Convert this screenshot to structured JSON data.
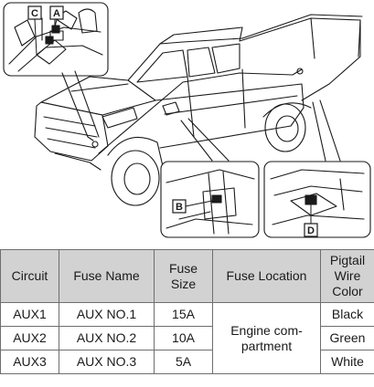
{
  "callouts": {
    "a": "A",
    "b": "B",
    "c": "C",
    "d": "D"
  },
  "table": {
    "headers": {
      "circuit": "Circuit",
      "fuse_name": "Fuse Name",
      "fuse_size": "Fuse\nSize",
      "fuse_location": "Fuse Location",
      "pigtail_wire_color": "Pigtail\nWire\nColor"
    },
    "rows": [
      {
        "circuit": "AUX1",
        "fuse_name": "AUX NO.1",
        "fuse_size": "15A",
        "pigtail_wire_color": "Black"
      },
      {
        "circuit": "AUX2",
        "fuse_name": "AUX NO.2",
        "fuse_size": "10A",
        "pigtail_wire_color": "Green"
      },
      {
        "circuit": "AUX3",
        "fuse_name": "AUX NO.3",
        "fuse_size": "5A",
        "pigtail_wire_color": "White"
      }
    ],
    "shared_fuse_location": "Engine com-\npartment"
  }
}
